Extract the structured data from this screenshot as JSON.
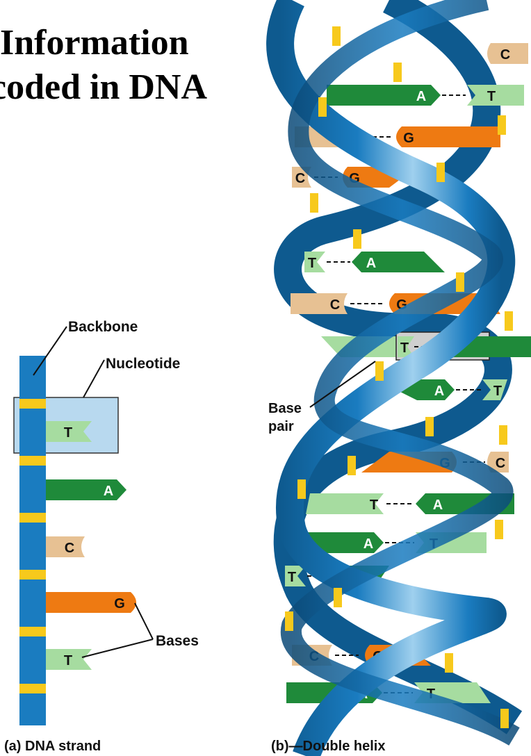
{
  "title": {
    "line1": "Information",
    "line2": "coded in DNA"
  },
  "labels": {
    "backbone": "Backbone",
    "nucleotide": "Nucleotide",
    "bases": "Bases",
    "base_pair_line1": "Base",
    "base_pair_line2": "pair",
    "caption_a": "(a)  DNA strand",
    "caption_b": "(b)—Double helix"
  },
  "strand_bases": [
    "T",
    "A",
    "C",
    "G",
    "T"
  ],
  "helix_pairs": [
    {
      "left": "",
      "right": "C"
    },
    {
      "left": "A",
      "right": "T"
    },
    {
      "left": "C",
      "right": "G"
    },
    {
      "left": "C",
      "right": "G"
    },
    {
      "left": "T",
      "right": "A"
    },
    {
      "left": "C",
      "right": "G"
    },
    {
      "left": "T",
      "right": "A"
    },
    {
      "left": "A",
      "right": "T"
    },
    {
      "left": "G",
      "right": "C"
    },
    {
      "left": "T",
      "right": "A"
    },
    {
      "left": "A",
      "right": "T"
    },
    {
      "left": "T",
      "right": "A"
    },
    {
      "left": "C",
      "right": "G"
    },
    {
      "left": "A",
      "right": "T"
    }
  ],
  "colors": {
    "backbone_blue": "#1a7cc0",
    "backbone_dark": "#0e5a8f",
    "backbone_light": "#8cc6e8",
    "rung_yellow": "#f7c91c",
    "A": "#1f8a3a",
    "T": "#a6dca0",
    "C": "#e7c193",
    "G": "#ee7a12",
    "nucleotide_box": "#b8d9ef"
  }
}
